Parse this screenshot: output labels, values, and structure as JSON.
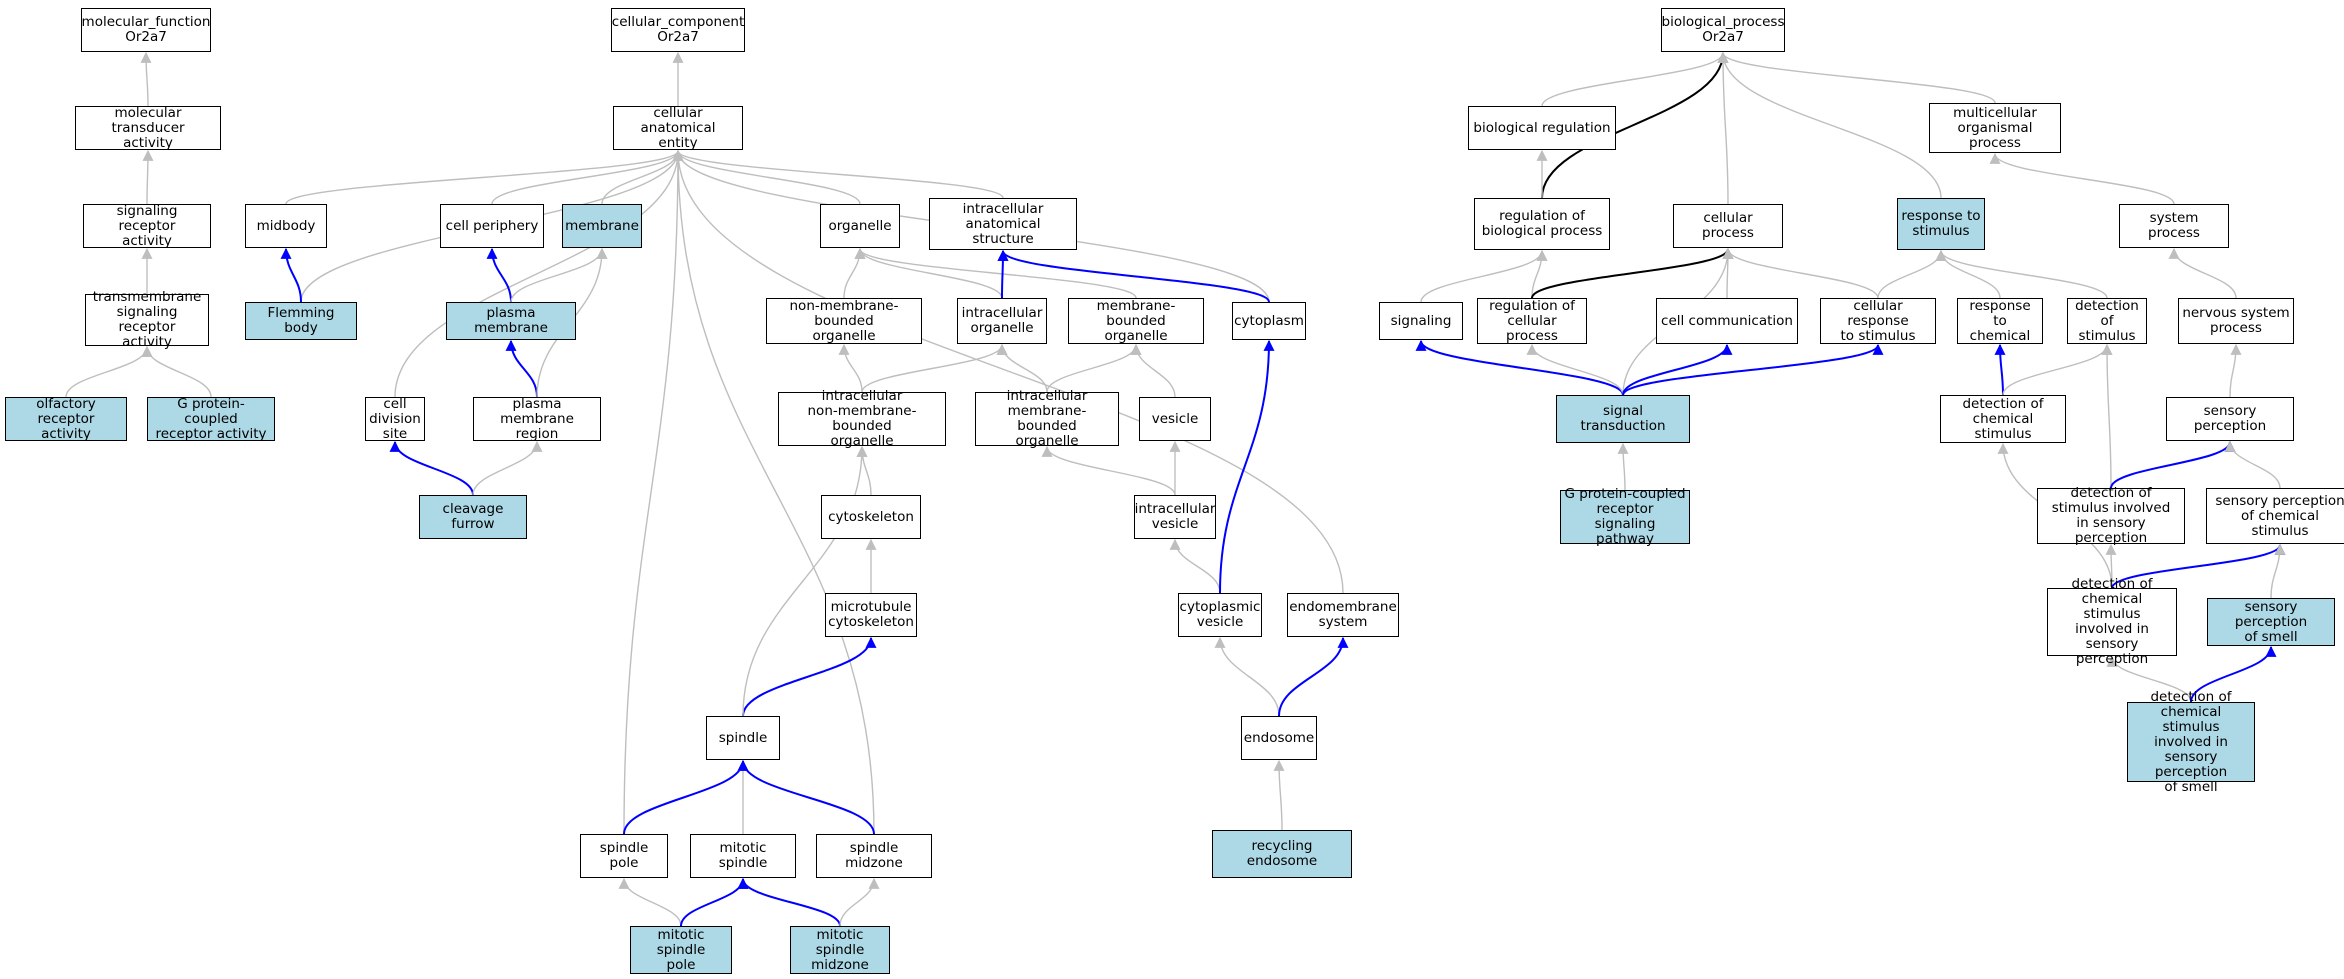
{
  "colors": {
    "highlight": "#add8e6",
    "edge_default": "#bebebe",
    "edge_blue": "#0000ff",
    "edge_black": "#000000"
  },
  "nodes": [
    {
      "id": "mf",
      "label": "molecular_function\nOr2a7",
      "highlight": false
    },
    {
      "id": "mta",
      "label": "molecular transducer\nactivity",
      "highlight": false
    },
    {
      "id": "sra",
      "label": "signaling receptor\nactivity",
      "highlight": false
    },
    {
      "id": "tsra",
      "label": "transmembrane\nsignaling receptor\nactivity",
      "highlight": false
    },
    {
      "id": "ora",
      "label": "olfactory receptor\nactivity",
      "highlight": true
    },
    {
      "id": "gpcr",
      "label": "G protein-coupled\nreceptor activity",
      "highlight": true
    },
    {
      "id": "cc",
      "label": "cellular_component\nOr2a7",
      "highlight": false
    },
    {
      "id": "cae",
      "label": "cellular anatomical\nentity",
      "highlight": false
    },
    {
      "id": "midbody",
      "label": "midbody",
      "highlight": false
    },
    {
      "id": "flem",
      "label": "Flemming body",
      "highlight": true
    },
    {
      "id": "cperi",
      "label": "cell periphery",
      "highlight": false
    },
    {
      "id": "membrane",
      "label": "membrane",
      "highlight": true
    },
    {
      "id": "pm",
      "label": "plasma membrane",
      "highlight": true
    },
    {
      "id": "cds",
      "label": "cell division\nsite",
      "highlight": false
    },
    {
      "id": "pmr",
      "label": "plasma membrane\nregion",
      "highlight": false
    },
    {
      "id": "cf",
      "label": "cleavage furrow",
      "highlight": true
    },
    {
      "id": "organelle",
      "label": "organelle",
      "highlight": false
    },
    {
      "id": "ias",
      "label": "intracellular\nanatomical structure",
      "highlight": false
    },
    {
      "id": "nmbo",
      "label": "non-membrane-bounded\norganelle",
      "highlight": false
    },
    {
      "id": "io",
      "label": "intracellular\norganelle",
      "highlight": false
    },
    {
      "id": "mbo",
      "label": "membrane-bounded\norganelle",
      "highlight": false
    },
    {
      "id": "cyto",
      "label": "cytoplasm",
      "highlight": false
    },
    {
      "id": "inmbo",
      "label": "intracellular\nnon-membrane-bounded\norganelle",
      "highlight": false
    },
    {
      "id": "imbo",
      "label": "intracellular\nmembrane-bounded\norganelle",
      "highlight": false
    },
    {
      "id": "vesicle",
      "label": "vesicle",
      "highlight": false
    },
    {
      "id": "cytosk",
      "label": "cytoskeleton",
      "highlight": false
    },
    {
      "id": "iv",
      "label": "intracellular\nvesicle",
      "highlight": false
    },
    {
      "id": "mtc",
      "label": "microtubule\ncytoskeleton",
      "highlight": false
    },
    {
      "id": "cv",
      "label": "cytoplasmic\nvesicle",
      "highlight": false
    },
    {
      "id": "ems",
      "label": "endomembrane\nsystem",
      "highlight": false
    },
    {
      "id": "spindle",
      "label": "spindle",
      "highlight": false
    },
    {
      "id": "endosome",
      "label": "endosome",
      "highlight": false
    },
    {
      "id": "sp",
      "label": "spindle pole",
      "highlight": false
    },
    {
      "id": "ms",
      "label": "mitotic spindle",
      "highlight": false
    },
    {
      "id": "smid",
      "label": "spindle midzone",
      "highlight": false
    },
    {
      "id": "re",
      "label": "recycling endosome",
      "highlight": true
    },
    {
      "id": "msp",
      "label": "mitotic spindle\npole",
      "highlight": true
    },
    {
      "id": "msm",
      "label": "mitotic spindle\nmidzone",
      "highlight": true
    },
    {
      "id": "bp",
      "label": "biological_process\nOr2a7",
      "highlight": false
    },
    {
      "id": "breg",
      "label": "biological regulation",
      "highlight": false
    },
    {
      "id": "mop",
      "label": "multicellular\norganismal process",
      "highlight": false
    },
    {
      "id": "rbp",
      "label": "regulation of\nbiological process",
      "highlight": false
    },
    {
      "id": "cp",
      "label": "cellular process",
      "highlight": false
    },
    {
      "id": "rts",
      "label": "response to\nstimulus",
      "highlight": true
    },
    {
      "id": "sysp",
      "label": "system process",
      "highlight": false
    },
    {
      "id": "signaling",
      "label": "signaling",
      "highlight": false
    },
    {
      "id": "rcp",
      "label": "regulation of\ncellular process",
      "highlight": false
    },
    {
      "id": "ccomm",
      "label": "cell communication",
      "highlight": false
    },
    {
      "id": "crs",
      "label": "cellular response\nto stimulus",
      "highlight": false
    },
    {
      "id": "rtc",
      "label": "response to\nchemical",
      "highlight": false
    },
    {
      "id": "dos",
      "label": "detection of\nstimulus",
      "highlight": false
    },
    {
      "id": "nsp",
      "label": "nervous system\nprocess",
      "highlight": false
    },
    {
      "id": "st",
      "label": "signal transduction",
      "highlight": true
    },
    {
      "id": "docs",
      "label": "detection of\nchemical stimulus",
      "highlight": false
    },
    {
      "id": "sper",
      "label": "sensory perception",
      "highlight": false
    },
    {
      "id": "gpcrsp",
      "label": "G protein-coupled\nreceptor signaling\npathway",
      "highlight": true
    },
    {
      "id": "dosisp",
      "label": "detection of\nstimulus involved\nin sensory perception",
      "highlight": false
    },
    {
      "id": "spcs",
      "label": "sensory perception\nof chemical\nstimulus",
      "highlight": false
    },
    {
      "id": "docsisp",
      "label": "detection of\nchemical stimulus\ninvolved in\nsensory perception",
      "highlight": false
    },
    {
      "id": "spos",
      "label": "sensory perception\nof smell",
      "highlight": true
    },
    {
      "id": "docsispos",
      "label": "detection of\nchemical stimulus\ninvolved in\nsensory perception\nof smell",
      "highlight": true
    }
  ]
}
